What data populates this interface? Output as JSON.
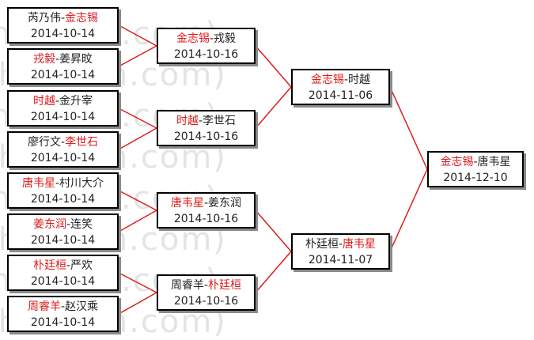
{
  "watermark": "(hoetom.com)",
  "colors": {
    "winner": "#e01b1b",
    "line": "#e01b1b",
    "text": "#222222"
  },
  "rounds": [
    [
      {
        "p1": "芮乃伟",
        "p2": "金志锡",
        "winner": 2,
        "date": "2014-10-14"
      },
      {
        "p1": "戎毅",
        "p2": "姜昇旼",
        "winner": 1,
        "date": "2014-10-14"
      },
      {
        "p1": "时越",
        "p2": "金升宰",
        "winner": 1,
        "date": "2014-10-14"
      },
      {
        "p1": "廖行文",
        "p2": "李世石",
        "winner": 2,
        "date": "2014-10-14"
      },
      {
        "p1": "唐韦星",
        "p2": "村川大介",
        "winner": 1,
        "date": "2014-10-14"
      },
      {
        "p1": "姜东润",
        "p2": "连笑",
        "winner": 1,
        "date": "2014-10-14"
      },
      {
        "p1": "朴廷桓",
        "p2": "严欢",
        "winner": 1,
        "date": "2014-10-14"
      },
      {
        "p1": "周睿羊",
        "p2": "赵汉乘",
        "winner": 1,
        "date": "2014-10-14"
      }
    ],
    [
      {
        "p1": "金志锡",
        "p2": "戎毅",
        "winner": 1,
        "date": "2014-10-16"
      },
      {
        "p1": "时越",
        "p2": "李世石",
        "winner": 1,
        "date": "2014-10-16"
      },
      {
        "p1": "唐韦星",
        "p2": "姜东润",
        "winner": 1,
        "date": "2014-10-16"
      },
      {
        "p1": "周睿羊",
        "p2": "朴廷桓",
        "winner": 2,
        "date": "2014-10-16"
      }
    ],
    [
      {
        "p1": "金志锡",
        "p2": "时越",
        "winner": 1,
        "date": "2014-11-06"
      },
      {
        "p1": "朴廷桓",
        "p2": "唐韦星",
        "winner": 2,
        "date": "2014-11-07"
      }
    ],
    [
      {
        "p1": "金志锡",
        "p2": "唐韦星",
        "winner": 1,
        "date": "2014-12-10"
      }
    ]
  ]
}
